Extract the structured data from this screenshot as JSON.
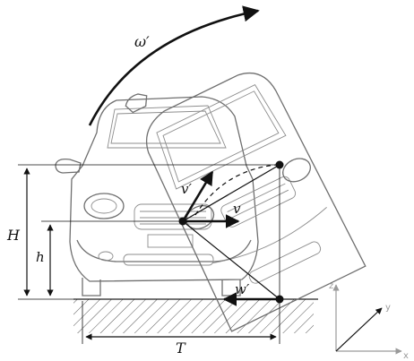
{
  "labels": {
    "omega_prime": "ω′",
    "v_prime": "v′",
    "v": "v",
    "w_prime": "w′",
    "H": "H",
    "h": "h",
    "T": "T"
  },
  "axes": {
    "z": "z",
    "y": "y",
    "x": "x"
  },
  "colors": {
    "ink": "#111111",
    "drawing": "#6f6f6f",
    "axes": "#9a9a9a"
  }
}
